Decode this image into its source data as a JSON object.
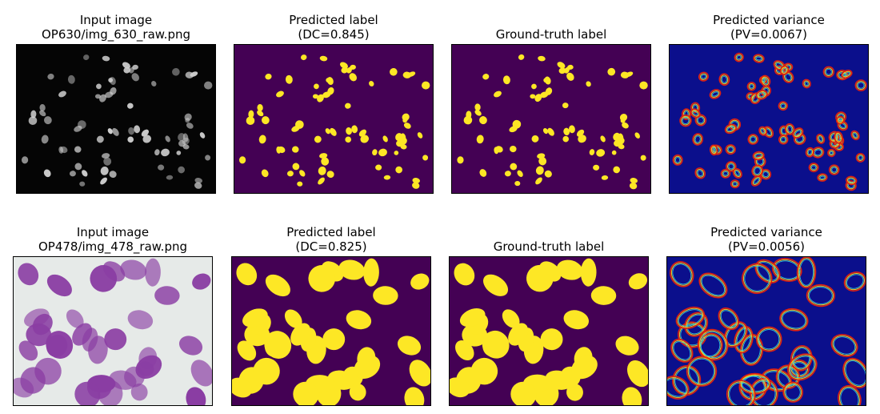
{
  "rows": [
    {
      "panels": [
        {
          "title_lines": [
            "Input image",
            "OP630/img_630_raw.png"
          ],
          "kind": "fluorescence"
        },
        {
          "title_lines": [
            "Predicted label",
            "(DC=0.845)"
          ],
          "kind": "mask"
        },
        {
          "title_lines": [
            "Ground-truth label"
          ],
          "kind": "mask"
        },
        {
          "title_lines": [
            "Predicted variance",
            "(PV=0.0067)"
          ],
          "kind": "variance"
        }
      ]
    },
    {
      "panels": [
        {
          "title_lines": [
            "Input image",
            "OP478/img_478_raw.png"
          ],
          "kind": "histology"
        },
        {
          "title_lines": [
            "Predicted label",
            "(DC=0.825)"
          ],
          "kind": "mask"
        },
        {
          "title_lines": [
            "Ground-truth label"
          ],
          "kind": "mask"
        },
        {
          "title_lines": [
            "Predicted variance",
            "(PV=0.0056)"
          ],
          "kind": "variance"
        }
      ]
    }
  ],
  "colors": {
    "fluorescence_bg": "#050505",
    "fluorescence_cell": "#d0d0d0",
    "histology_bg": "#e6eae8",
    "histology_cell": "#8a3da3",
    "mask_bg": "#440154",
    "mask_fg": "#fde725",
    "variance_bg": "#0b0f8c",
    "variance_ring_outer": "#e02010",
    "variance_ring_mid": "#f2d020",
    "variance_ring_inner": "#30d0e0"
  }
}
